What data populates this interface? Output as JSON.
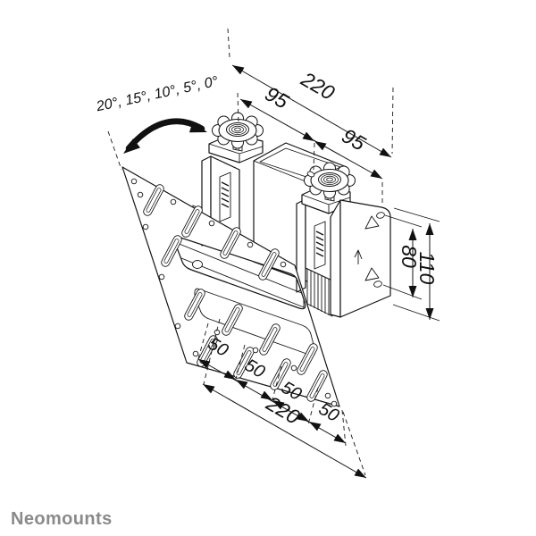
{
  "page": {
    "background": "#ffffff",
    "line_color": "#151515"
  },
  "diagram": {
    "angle_label": "20°, 15°, 10°, 5°, 0°",
    "dimensions": {
      "top_width": "220",
      "top_segment_1": "95",
      "top_segment_2": "95",
      "bracket_hole_spacing": "80",
      "bracket_height": "110",
      "vesa_steps": [
        "50",
        "50",
        "50",
        "50"
      ],
      "bottom_width": "220"
    }
  },
  "branding": {
    "logo_text": "Neomounts",
    "logo_color": "#8a8a8a"
  }
}
